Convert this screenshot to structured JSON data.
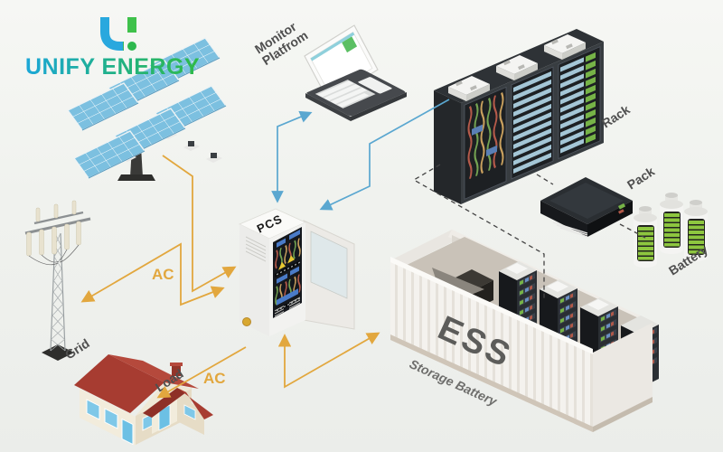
{
  "logo": {
    "text": "UNIFY ENERGY"
  },
  "labels": {
    "monitor_line1": "Monitor",
    "monitor_line2": "Platfrom",
    "pcs": "PCS",
    "rack": "Rack",
    "pack": "Pack",
    "battery": "Battery",
    "grid": "Grid",
    "load": "Load",
    "ess": "ESS",
    "storage_battery": "Storage Battery",
    "ac_grid": "AC",
    "ac_load": "AC"
  },
  "colors": {
    "ac_arrow_orange": "#E2A73E",
    "monitor_arrow_blue": "#5AA7D0",
    "dashed_link_gray": "#444444",
    "logo_blue": "#1CA7D8",
    "logo_green": "#2FBA47",
    "solar_panel_blue": "#7CC0E0",
    "roof_red": "#A73C31",
    "battery_green": "#8DC63F",
    "rack_dark": "#383D41",
    "container_white": "#F4F2EF"
  },
  "connections": [
    {
      "from": "solar-array",
      "to": "pcs-cabinet",
      "style": "orange-arrow"
    },
    {
      "from": "pcs-cabinet",
      "to": "grid-tower",
      "style": "orange-arrow",
      "label": "AC"
    },
    {
      "from": "pcs-cabinet",
      "to": "load-house",
      "style": "orange-arrow",
      "label": "AC"
    },
    {
      "from": "pcs-cabinet",
      "to": "ess-container",
      "style": "orange-arrow-bidirectional"
    },
    {
      "from": "pcs-cabinet",
      "to": "monitor-laptop",
      "style": "blue-arrow-bidirectional"
    },
    {
      "from": "battery-rack",
      "to": "pcs-cabinet",
      "style": "blue-arrow"
    },
    {
      "from": "battery-rack",
      "to": "ess-container",
      "style": "dashed"
    },
    {
      "from": "battery-rack",
      "to": "battery-pack",
      "style": "dashed"
    },
    {
      "from": "battery-pack",
      "to": "battery-cells",
      "style": "dashed"
    }
  ]
}
